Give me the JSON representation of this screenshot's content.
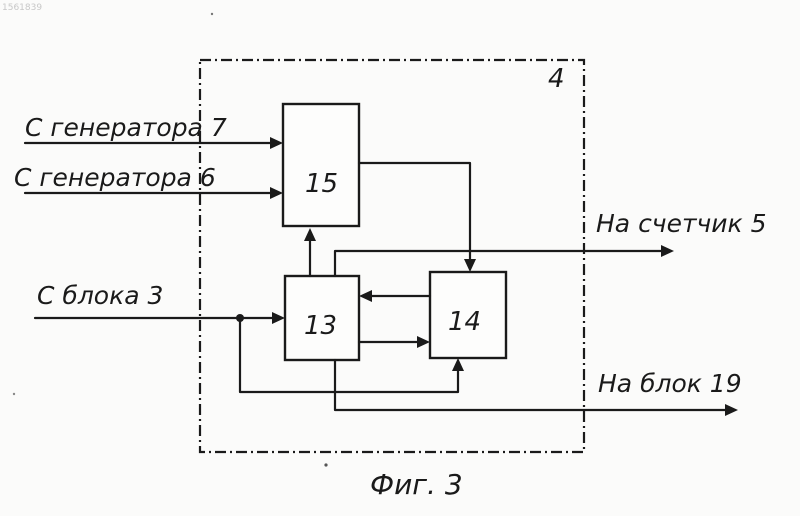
{
  "doc_number": "1561839",
  "unit_number": "4",
  "blocks": {
    "b15": "15",
    "b13": "13",
    "b14": "14"
  },
  "labels": {
    "in_gen7": "С генератора 7",
    "in_gen6": "С генератора 6",
    "in_block3": "С блока 3",
    "out_counter5": "На счетчик 5",
    "out_block19": "На блок 19"
  },
  "caption": "Фиг. 3"
}
